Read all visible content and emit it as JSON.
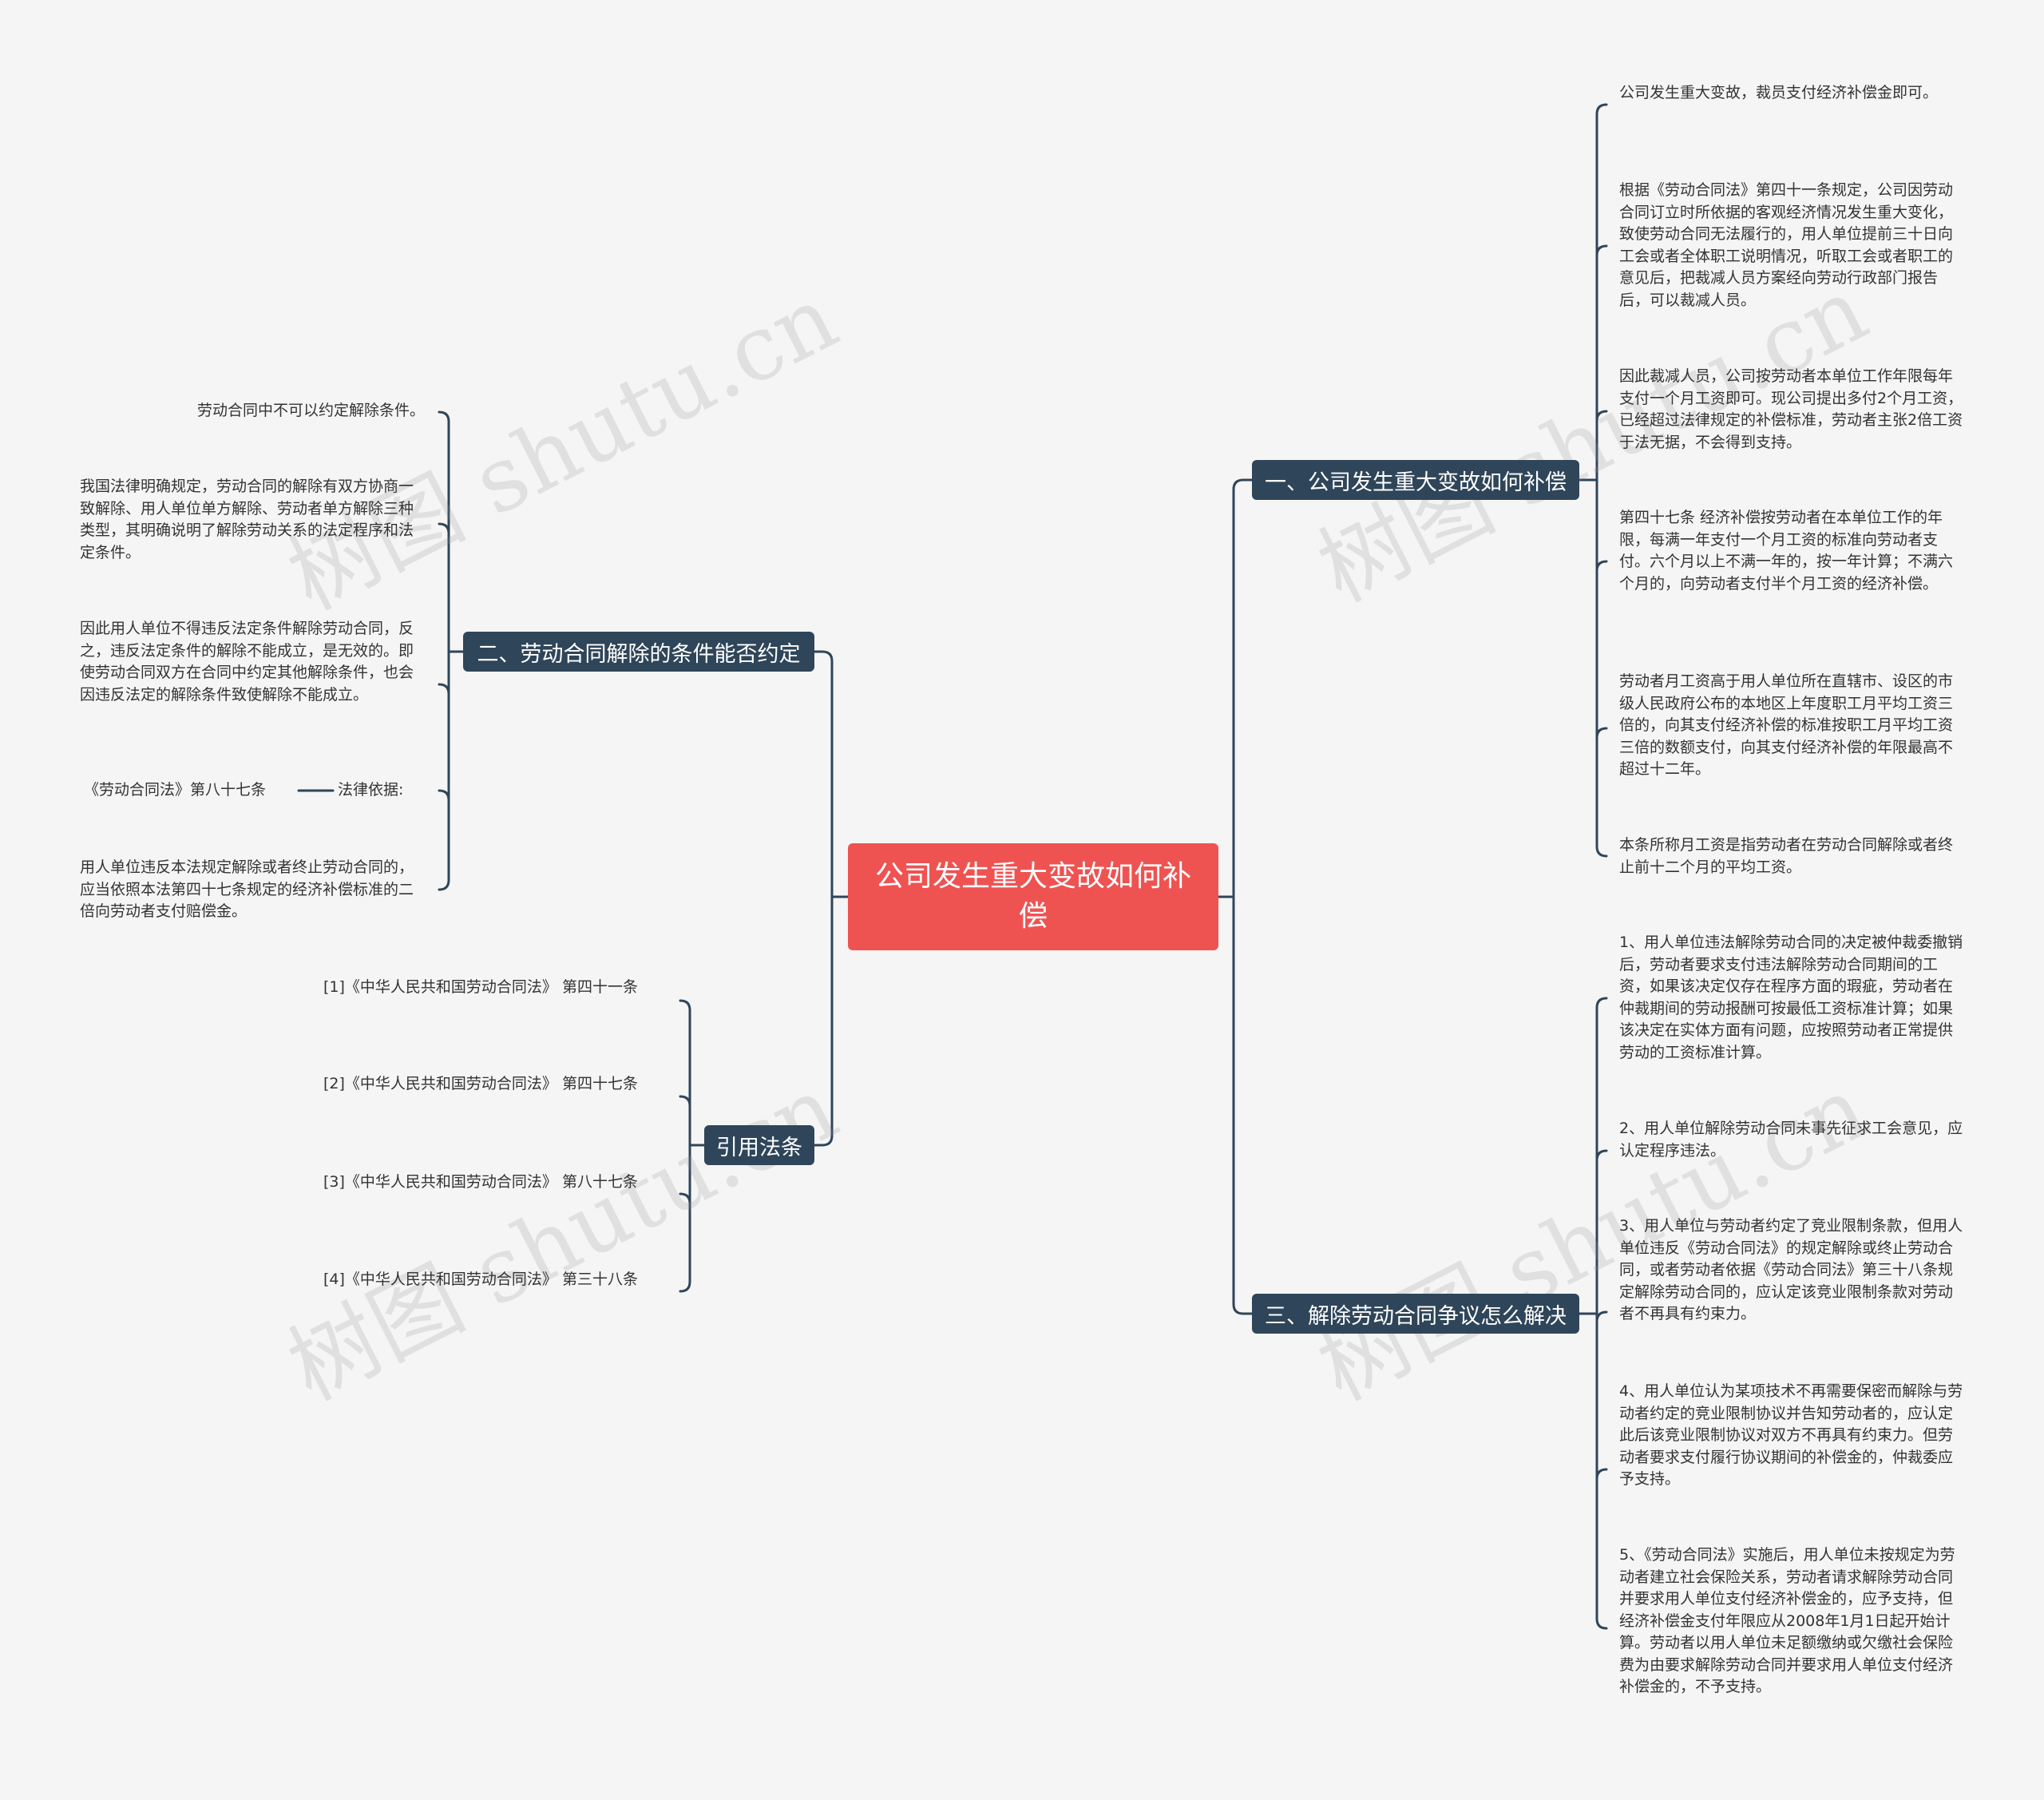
{
  "root": {
    "title": "公司发生重大变故如何补偿"
  },
  "branches": {
    "b1": "一、公司发生重大变故如何补偿",
    "b2": "二、劳动合同解除的条件能否约定",
    "b3": "三、解除劳动合同争议怎么解决",
    "b4": "引用法条"
  },
  "b1_leaves": [
    "公司发生重大变故，裁员支付经济补偿金即可。",
    "根据《劳动合同法》第四十一条规定，公司因劳动合同订立时所依据的客观经济情况发生重大变化，致使劳动合同无法履行的，用人单位提前三十日向工会或者全体职工说明情况，听取工会或者职工的意见后，把裁减人员方案经向劳动行政部门报告后，可以裁减人员。",
    "因此裁减人员，公司按劳动者本单位工作年限每年支付一个月工资即可。现公司提出多付2个月工资，已经超过法律规定的补偿标准，劳动者主张2倍工资于法无据，不会得到支持。",
    "第四十七条 经济补偿按劳动者在本单位工作的年限，每满一年支付一个月工资的标准向劳动者支付。六个月以上不满一年的，按一年计算；不满六个月的，向劳动者支付半个月工资的经济补偿。",
    "劳动者月工资高于用人单位所在直辖市、设区的市级人民政府公布的本地区上年度职工月平均工资三倍的，向其支付经济补偿的标准按职工月平均工资三倍的数额支付，向其支付经济补偿的年限最高不超过十二年。",
    "本条所称月工资是指劳动者在劳动合同解除或者终止前十二个月的平均工资。"
  ],
  "b2_leaves": [
    "劳动合同中不可以约定解除条件。",
    "我国法律明确规定，劳动合同的解除有双方协商一致解除、用人单位单方解除、劳动者单方解除三种类型，其明确说明了解除劳动关系的法定程序和法定条件。",
    "因此用人单位不得违反法定条件解除劳动合同，反之，违反法定条件的解除不能成立，是无效的。即使劳动合同双方在合同中约定其他解除条件，也会因违反法定的解除条件致使解除不能成立。",
    "法律依据:",
    "用人单位违反本法规定解除或者终止劳动合同的，应当依照本法第四十七条规定的经济补偿标准的二倍向劳动者支付赔偿金。"
  ],
  "b2_sub": "《劳动合同法》第八十七条",
  "b3_leaves": [
    "1、用人单位违法解除劳动合同的决定被仲裁委撤销后，劳动者要求支付违法解除劳动合同期间的工资，如果该决定仅存在程序方面的瑕疵，劳动者在仲裁期间的劳动报酬可按最低工资标准计算；如果该决定在实体方面有问题，应按照劳动者正常提供劳动的工资标准计算。",
    "2、用人单位解除劳动合同未事先征求工会意见，应认定程序违法。",
    "3、用人单位与劳动者约定了竞业限制条款，但用人单位违反《劳动合同法》的规定解除或终止劳动合同，或者劳动者依据《劳动合同法》第三十八条规定解除劳动合同的，应认定该竞业限制条款对劳动者不再具有约束力。",
    "4、用人单位认为某项技术不再需要保密而解除与劳动者约定的竞业限制协议并告知劳动者的，应认定此后该竞业限制协议对双方不再具有约束力。但劳动者要求支付履行协议期间的补偿金的，仲裁委应予支持。",
    "5、《劳动合同法》实施后，用人单位未按规定为劳动者建立社会保险关系，劳动者请求解除劳动合同并要求用人单位支付经济补偿金的，应予支持，但经济补偿金支付年限应从2008年1月1日起开始计算。劳动者以用人单位未足额缴纳或欠缴社会保险费为由要求解除劳动合同并要求用人单位支付经济补偿金的，不予支持。"
  ],
  "b4_leaves": [
    "[1]《中华人民共和国劳动合同法》 第四十一条",
    "[2]《中华人民共和国劳动合同法》 第四十七条",
    "[3]《中华人民共和国劳动合同法》 第八十七条",
    "[4]《中华人民共和国劳动合同法》 第三十八条"
  ],
  "watermark": "树图 shutu.cn",
  "colors": {
    "root": "#ee5352",
    "branch": "#2f4559",
    "line": "#2f4559",
    "background": "#f5f5f5"
  }
}
